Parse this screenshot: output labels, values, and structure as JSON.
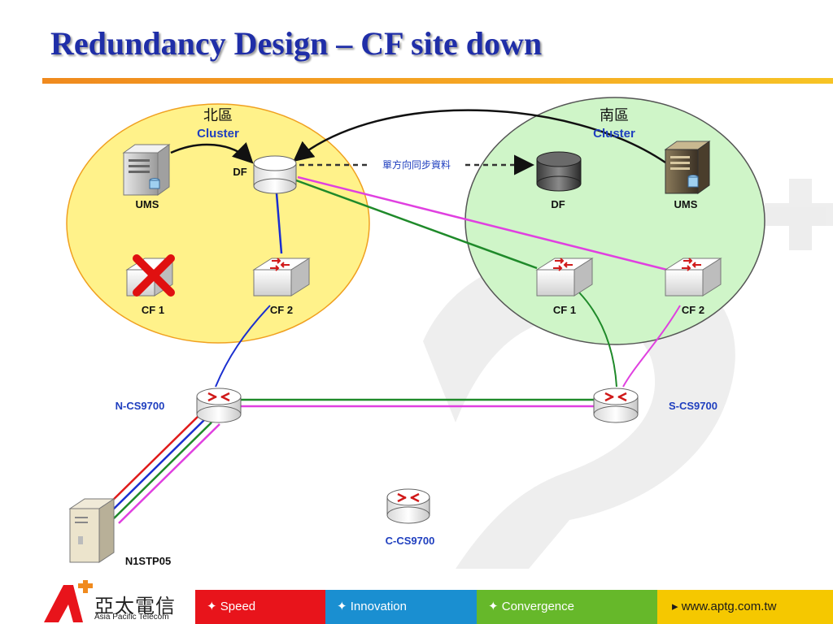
{
  "title": "Redundancy Design – CF site down",
  "north": {
    "name": "北區",
    "sub": "Cluster"
  },
  "south": {
    "name": "南區",
    "sub": "Cluster"
  },
  "sync_label": "單方向同步資料",
  "nodes": {
    "ums_n": "UMS",
    "df_n": "DF",
    "cf1_n": "CF 1",
    "cf2_n": "CF 2",
    "df_s": "DF",
    "ums_s": "UMS",
    "cf1_s": "CF 1",
    "cf2_s": "CF 2",
    "ncs": "N-CS9700",
    "scs": "S-CS9700",
    "ccs": "C-CS9700",
    "stp": "N1STP05"
  },
  "colors": {
    "title": "#1f2ea8",
    "label_blue": "#1f3fbf",
    "north_fill": "#fff28a",
    "south_fill": "#cff5c8",
    "link_blue": "#1a2fd0",
    "link_green": "#1f8a2a",
    "link_magenta": "#e040e0",
    "link_red": "#e01a1a"
  },
  "footer": {
    "logo_zh": "亞太電信",
    "logo_en": "Asia Pacific Telecom",
    "speed": "Speed",
    "innovation": "Innovation",
    "convergence": "Convergence",
    "url": "www.aptg.com.tw"
  }
}
